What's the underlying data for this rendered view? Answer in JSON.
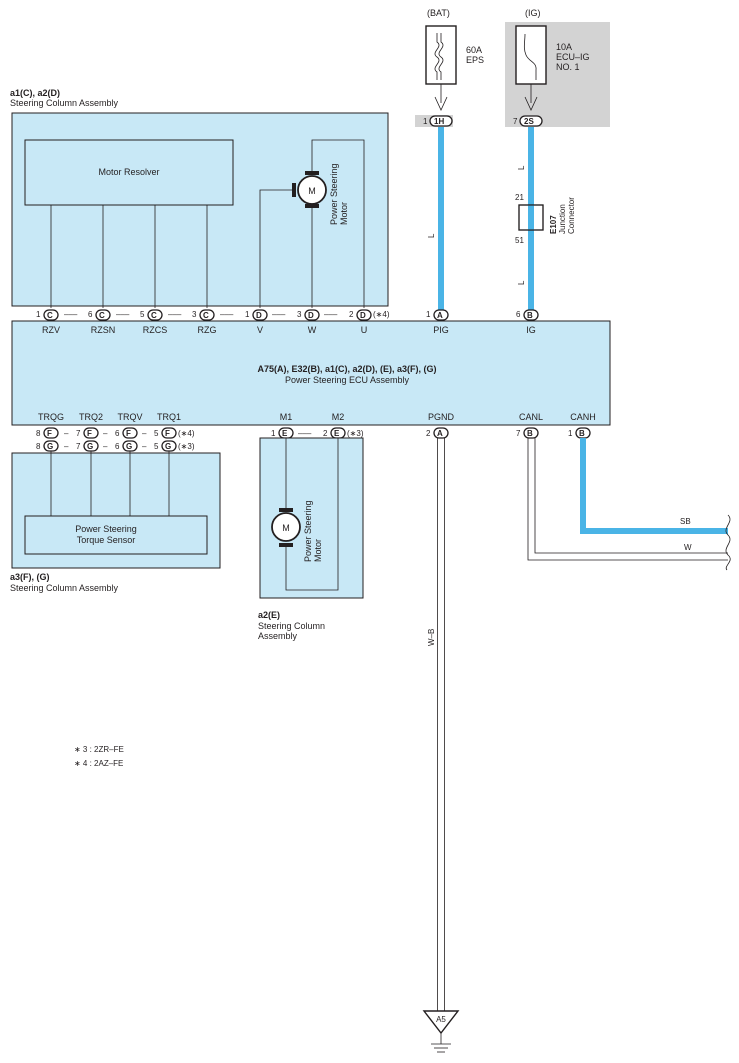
{
  "power": {
    "bat": "(BAT)",
    "ig": "(IG)",
    "fuse_bat_amp": "60A",
    "fuse_bat_name": "EPS",
    "fuse_ig_amp": "10A",
    "fuse_ig_name1": "ECU–IG",
    "fuse_ig_name2": "NO. 1",
    "pin_1h_num": "1",
    "pin_1h": "1H",
    "pin_2s_num": "7",
    "pin_2s": "2S"
  },
  "steering_column_top": {
    "connector_ref": "a1(C), a2(D)",
    "title": "Steering Column Assembly",
    "resolver": "Motor Resolver",
    "motor_line1": "Power Steering",
    "motor_line2": "Motor",
    "motor_symbol": "M",
    "star4": "(∗4)",
    "pins": [
      {
        "num": "1",
        "letter": "C",
        "sep": "–––",
        "num2": "6",
        "letter2": "C"
      },
      {
        "num": "5",
        "letter": "C"
      },
      {
        "num": "3",
        "letter": "C"
      },
      {
        "num": "1",
        "letter": "D"
      },
      {
        "num": "3",
        "letter": "D"
      },
      {
        "num": "2",
        "letter": "D"
      }
    ],
    "dash": "–––"
  },
  "ecu": {
    "connector_ref": "A75(A), E32(B), a1(C), a2(D), (E), a3(F), (G)",
    "title": "Power Steering ECU Assembly",
    "top_terms": [
      "RZV",
      "RZSN",
      "RZCS",
      "RZG",
      "V",
      "W",
      "U",
      "PIG",
      "IG"
    ],
    "bottom_terms": [
      "TRQG",
      "TRQ2",
      "TRQV",
      "TRQ1",
      "M1",
      "M2",
      "PGND",
      "CANL",
      "CANH"
    ]
  },
  "pig_pin": {
    "num": "1",
    "letter": "A"
  },
  "ig_pin": {
    "num": "6",
    "letter": "B"
  },
  "junction": {
    "id": "E107",
    "line1": "Junction",
    "line2": "Connector",
    "pin_top": "21",
    "pin_bottom": "51"
  },
  "wire_colors": {
    "l": "L",
    "wb": "W–B",
    "sb": "SB",
    "w": "W",
    "accent_blue": "#4ab4e6",
    "box_fill": "#c8e8f6"
  },
  "torque": {
    "connector_ref": "a3(F), (G)",
    "title": "Steering Column Assembly",
    "sensor_line1": "Power Steering",
    "sensor_line2": "Torque Sensor",
    "row_f": [
      "8",
      "F",
      "7",
      "F",
      "6",
      "F",
      "5",
      "F"
    ],
    "row_g": [
      "8",
      "G",
      "7",
      "G",
      "6",
      "G",
      "5",
      "G"
    ],
    "star4": "(∗4)",
    "star3": "(∗3)",
    "sep": "–"
  },
  "motor_e": {
    "connector_ref": "a2(E)",
    "title1": "Steering Column",
    "title2": "Assembly",
    "motor_line1": "Power Steering",
    "motor_line2": "Motor",
    "motor_symbol": "M",
    "pins": [
      "1",
      "E",
      "2",
      "E"
    ],
    "dash": "–––",
    "star3": "(∗3)"
  },
  "ground_pins": {
    "pgnd_num": "2",
    "pgnd_letter": "A",
    "canl_num": "7",
    "canl_letter": "B",
    "canh_num": "1",
    "canh_letter": "B"
  },
  "ground": {
    "label": "A5"
  },
  "notes": [
    "∗ 3 : 2ZR–FE",
    "∗ 4 : 2AZ–FE"
  ]
}
